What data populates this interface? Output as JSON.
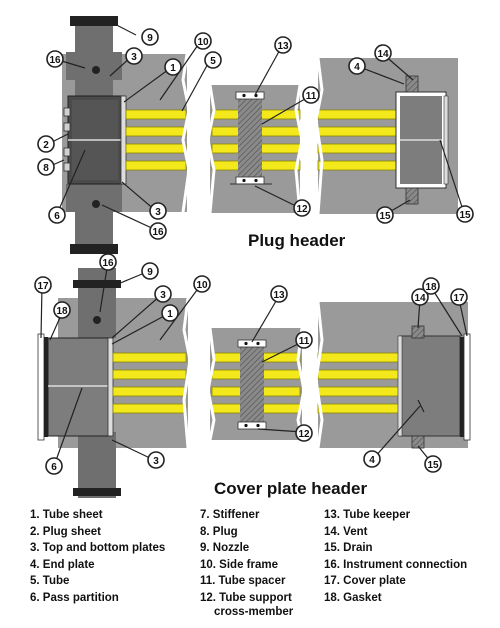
{
  "titles": {
    "plug_header": "Plug header",
    "cover_plate_header": "Cover plate header"
  },
  "legend": {
    "col1": [
      "1. Tube sheet",
      "2. Plug sheet",
      "3. Top and bottom plates",
      "4. End plate",
      "5. Tube",
      "6. Pass partition"
    ],
    "col2": [
      "7. Stiffener",
      "8. Plug",
      "9. Nozzle",
      "10. Side frame",
      "11. Tube spacer",
      "12. Tube support"
    ],
    "col2_cont": "cross-member",
    "col3": [
      "13. Tube keeper",
      "14. Vent",
      "15. Drain",
      "16. Instrument connection",
      "17. Cover plate",
      "18. Gasket"
    ]
  },
  "callouts": {
    "plug": [
      "9",
      "10",
      "13",
      "14",
      "16",
      "3",
      "1",
      "5",
      "4",
      "11",
      "2",
      "8",
      "6",
      "3",
      "16",
      "12",
      "15",
      "15"
    ],
    "cover": [
      "16",
      "9",
      "10",
      "17",
      "18",
      "3",
      "1",
      "13",
      "14",
      "18",
      "17",
      "11",
      "6",
      "3",
      "12",
      "4",
      "15"
    ]
  },
  "colors": {
    "tube": "#f2e81c",
    "tube_edge": "#8a8400",
    "casing": "#9a9a9a",
    "dark": "#4b4b4b",
    "nozzle": "#6f6f6f"
  }
}
